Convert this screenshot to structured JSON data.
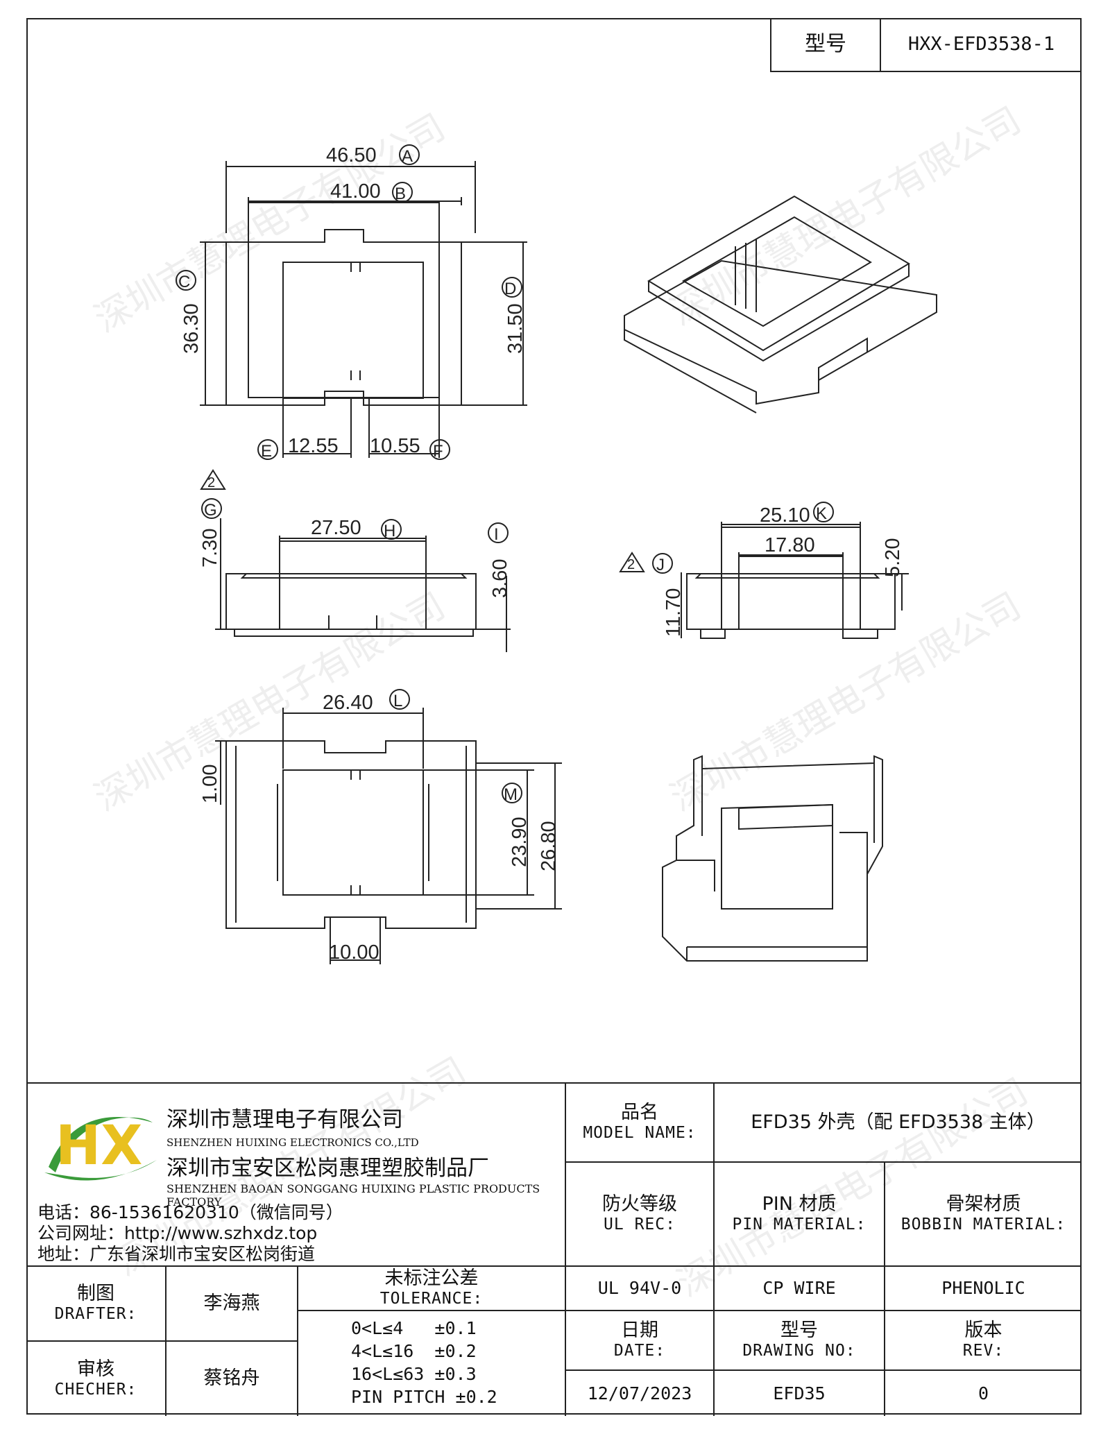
{
  "header": {
    "type_label": "型号",
    "type_value": "HXX-EFD3538-1"
  },
  "dimensions": {
    "A": "46.50",
    "B": "41.00",
    "C": "36.30",
    "D": "31.50",
    "E": "12.55",
    "F": "10.55",
    "G": "7.30",
    "H": "27.50",
    "I": "3.60",
    "K": "25.10",
    "inner_width": "17.80",
    "J": "11.70",
    "side_height": "5.20",
    "L": "26.40",
    "bottom_left": "1.00",
    "M": "23.90",
    "bottom_height": "26.80",
    "bottom_tab": "10.00"
  },
  "circle_labels": [
    "A",
    "B",
    "C",
    "D",
    "E",
    "F",
    "G",
    "H",
    "I",
    "J",
    "K",
    "L",
    "M"
  ],
  "revision_marks": [
    "2",
    "2"
  ],
  "watermark": "深圳市慧理电子有限公司",
  "company": {
    "name_cn": "深圳市慧理电子有限公司",
    "name_en": "SHENZHEN HUIXING ELECTRONICS CO.,LTD",
    "factory_cn": "深圳市宝安区松岗惠理塑胶制品厂",
    "factory_en": "SHENZHEN BAOAN SONGGANG HUIXING PLASTIC PRODUCTS FACTORY",
    "phone": "电话：86-15361620310（微信同号）",
    "website": "公司网址：http://www.szhxdz.top",
    "address": "地址：广东省深圳市宝安区松岗街道",
    "logo_letters": "HX"
  },
  "title_block": {
    "model_name_cn": "品名",
    "model_name_en": "MODEL NAME:",
    "model_name_value": "EFD35 外壳（配 EFD3538 主体）",
    "ul_rec_cn": "防火等级",
    "ul_rec_en": "UL REC:",
    "pin_material_cn": "PIN 材质",
    "pin_material_en": "PIN MATERIAL:",
    "bobbin_material_cn": "骨架材质",
    "bobbin_material_en": "BOBBIN MATERIAL:",
    "ul_rec_value": "UL 94V-0",
    "pin_material_value": "CP WIRE",
    "bobbin_material_value": "PHENOLIC",
    "drafter_cn": "制图",
    "drafter_en": "DRAFTER:",
    "drafter_value": "李海燕",
    "checker_cn": "审核",
    "checker_en": "CHECHER:",
    "checker_value": "蔡铭舟",
    "tolerance_cn": "未标注公差",
    "tolerance_en": "TOLERANCE:",
    "tolerance_lines": [
      "0<L≤4   ±0.1",
      "4<L≤16  ±0.2",
      "16<L≤63 ±0.3",
      "PIN PITCH ±0.2"
    ],
    "date_cn": "日期",
    "date_en": "DATE:",
    "date_value": "12/07/2023",
    "drawing_no_cn": "型号",
    "drawing_no_en": "DRAWING NO:",
    "drawing_no_value": "EFD35",
    "rev_cn": "版本",
    "rev_en": "REV:",
    "rev_value": "0"
  }
}
